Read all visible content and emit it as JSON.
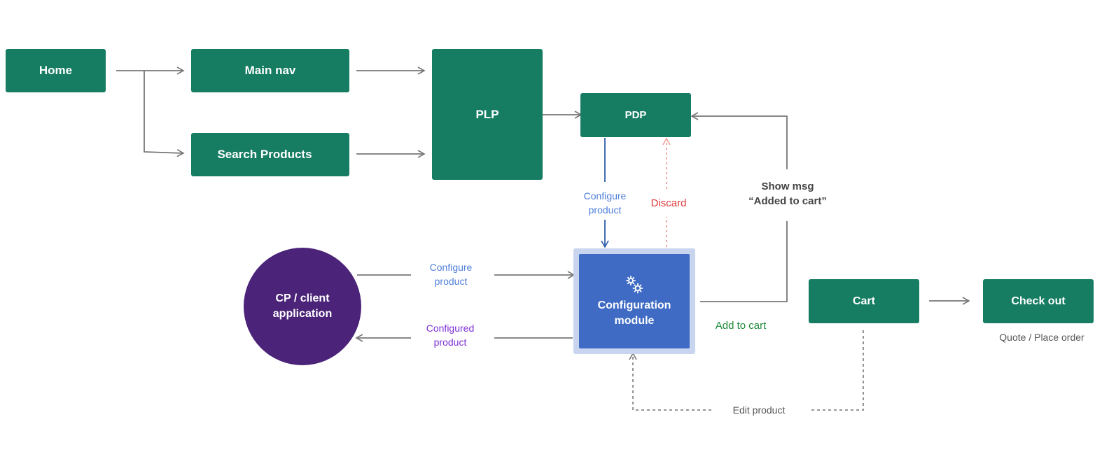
{
  "nodes": {
    "home": "Home",
    "main_nav": "Main nav",
    "search_products": "Search Products",
    "plp": "PLP",
    "pdp": "PDP",
    "cart": "Cart",
    "check_out": "Check out",
    "client_app_line1": "CP / client",
    "client_app_line2": "application",
    "config_module_line1": "Configuration",
    "config_module_line2": "module"
  },
  "edge_labels": {
    "configure_product_top_1": "Configure",
    "configure_product_top_2": "product",
    "discard": "Discard",
    "show_msg_1": "Show msg",
    "show_msg_2": "“Added to cart”",
    "configure_product_left_1": "Configure",
    "configure_product_left_2": "product",
    "configured_product_1": "Configured",
    "configured_product_2": "product",
    "add_to_cart": "Add to cart",
    "edit_product": "Edit product",
    "quote_place_order": "Quote / Place order"
  },
  "colors": {
    "node_green": "#167d63",
    "client_purple": "#4b2378",
    "config_blue": "#3f6bc5",
    "config_outline": "#c9d5ef",
    "connector_gray": "#777777",
    "configure_label_blue": "#4e7fd9",
    "discard_red": "#e03a3a",
    "discard_line": "#f0a29b",
    "configured_label_purple": "#7d2fd6",
    "add_to_cart_green": "#1d8a3a"
  },
  "icons": {
    "config_module": "gears-icon"
  }
}
